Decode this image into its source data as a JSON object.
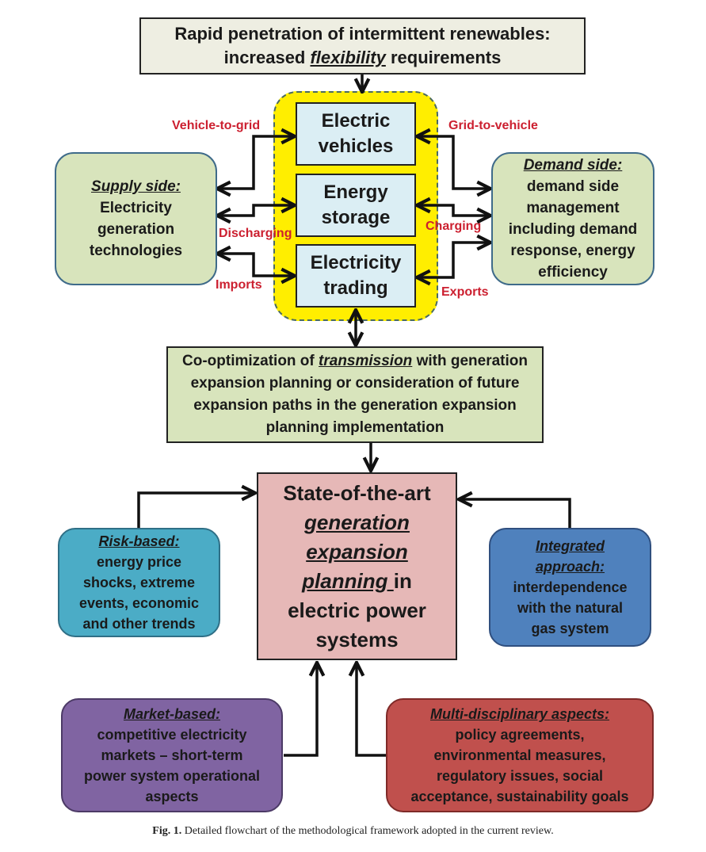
{
  "top": {
    "line1": "Rapid penetration of intermittent renewables:",
    "line2_pre": "increased ",
    "line2_em": "flexibility",
    "line2_post": " requirements"
  },
  "flexibility_options": {
    "ev": [
      "Electric",
      "vehicles"
    ],
    "storage": [
      "Energy",
      "storage"
    ],
    "trading": [
      "Electricity",
      "trading"
    ]
  },
  "supply": {
    "title": "Supply side:",
    "lines": [
      "Electricity",
      "generation",
      "technologies"
    ]
  },
  "demand": {
    "title": "Demand side:",
    "lines": [
      "demand side",
      "management",
      "including demand",
      "response, energy",
      "efficiency"
    ]
  },
  "edge_labels": {
    "v2g": "Vehicle-to-grid",
    "g2v": "Grid-to-vehicle",
    "discharging": "Discharging",
    "charging": "Charging",
    "imports": "Imports",
    "exports": "Exports"
  },
  "coopt": {
    "l1_pre": "Co-optimization of ",
    "l1_em": "transmission",
    "l1_post": " with generation",
    "l2": "expansion planning or consideration of future",
    "l3": "expansion paths in the generation expansion",
    "l4": "planning implementation"
  },
  "main": {
    "l1": "State-of-the-art",
    "l2": "generation",
    "l3": "expansion",
    "l4_em": "planning ",
    "l4_post": "in",
    "l5": "electric power",
    "l6": "systems"
  },
  "risk": {
    "title": "Risk-based:",
    "lines": [
      "energy price",
      "shocks, extreme",
      "events, economic",
      "and other trends"
    ]
  },
  "integrated": {
    "title_l1": "Integrated",
    "title_l2": "approach:",
    "lines": [
      "interdependence",
      "with the natural",
      "gas system"
    ]
  },
  "market": {
    "title": "Market-based:",
    "lines": [
      "competitive electricity",
      "markets – short-term",
      "power system operational",
      "aspects"
    ]
  },
  "multi": {
    "title": "Multi-disciplinary aspects:",
    "lines": [
      "policy agreements,",
      "environmental measures,",
      "regulatory issues, social",
      "acceptance, sustainability goals"
    ]
  },
  "caption": {
    "label": "Fig. 1.",
    "text": " Detailed flowchart of the methodological framework adopted in the current review."
  },
  "colors": {
    "flex_zone": "#ffee00",
    "edge_label": "#cc2030",
    "risk": "#4bacc6",
    "integrated": "#4f81bd",
    "market": "#8064a2",
    "multi": "#c0504d"
  }
}
